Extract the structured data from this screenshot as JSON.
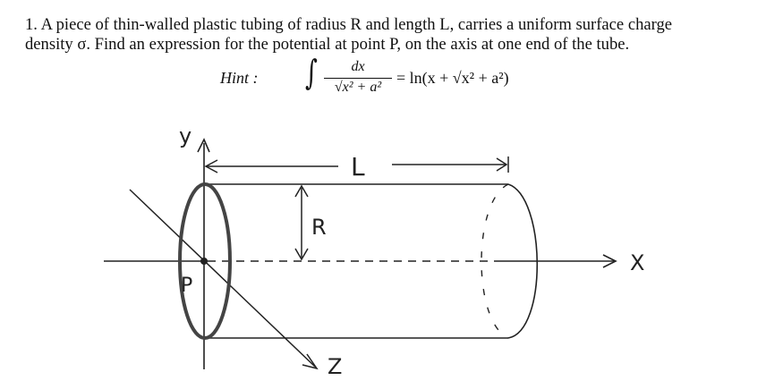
{
  "problem": {
    "number": "1.",
    "line1": "A piece of thin-walled plastic tubing of radius R and length L, carries a uniform surface charge",
    "line2": "density σ. Find an expression for the potential at point P, on the axis at one end of the tube."
  },
  "hint": {
    "label": "Hint :",
    "integral": "∫",
    "numerator": "dx",
    "denominator": "√x² + a²",
    "rhs": "= ln(x + √x² + a²)"
  },
  "figure": {
    "labels": {
      "y": "y",
      "x": "X",
      "z": "Z",
      "L": "L",
      "R": "R",
      "P": "P"
    }
  }
}
